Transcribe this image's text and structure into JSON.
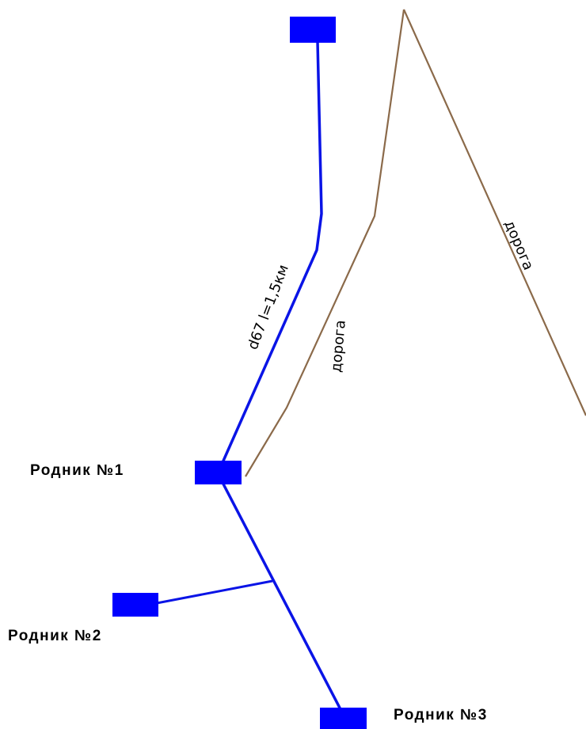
{
  "colors": {
    "pipe": "#0a14e6",
    "node": "#0000ff",
    "road": "#8b6a4a",
    "text": "#000000",
    "background": "#ffffff"
  },
  "springs": {
    "spring1": "Родник №1",
    "spring2": "Родник №2",
    "spring3": "Родник №3"
  },
  "pipe": {
    "label": "d67 l=1,5км"
  },
  "roads": {
    "road_left": "дорога",
    "road_right": "дорога"
  }
}
